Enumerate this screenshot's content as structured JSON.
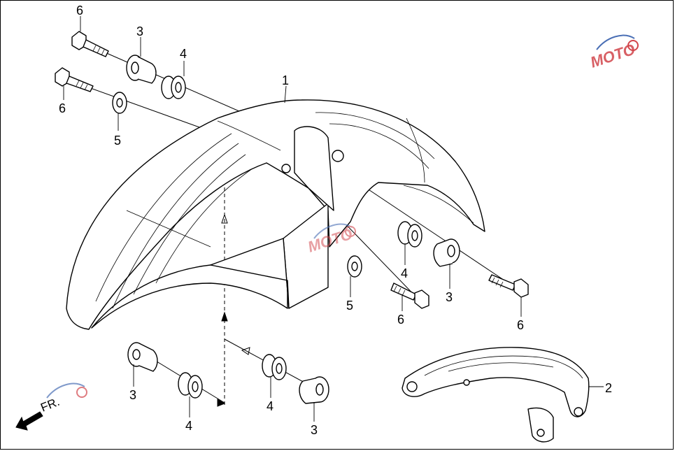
{
  "callouts": [
    {
      "id": "label-1",
      "text": "1"
    },
    {
      "id": "label-2",
      "text": "2"
    },
    {
      "id": "label-3-top",
      "text": "3"
    },
    {
      "id": "label-3-right",
      "text": "3"
    },
    {
      "id": "label-3-bottom-left",
      "text": "3"
    },
    {
      "id": "label-3-bottom-right",
      "text": "3"
    },
    {
      "id": "label-4-top",
      "text": "4"
    },
    {
      "id": "label-4-right",
      "text": "4"
    },
    {
      "id": "label-4-bottom-left",
      "text": "4"
    },
    {
      "id": "label-4-bottom-right",
      "text": "4"
    },
    {
      "id": "label-5-left",
      "text": "5"
    },
    {
      "id": "label-5-right",
      "text": "5"
    },
    {
      "id": "label-6-top",
      "text": "6"
    },
    {
      "id": "label-6-left",
      "text": "6"
    },
    {
      "id": "label-6-bottom",
      "text": "6"
    },
    {
      "id": "label-6-right",
      "text": "6"
    }
  ],
  "front_indicator": {
    "text": "FR."
  },
  "watermark": {
    "text": "MOTO"
  },
  "colors": {
    "line": "#000000",
    "background": "#ffffff",
    "watermark": "#d2454b",
    "watermark_blue": "#4a6fb5"
  }
}
